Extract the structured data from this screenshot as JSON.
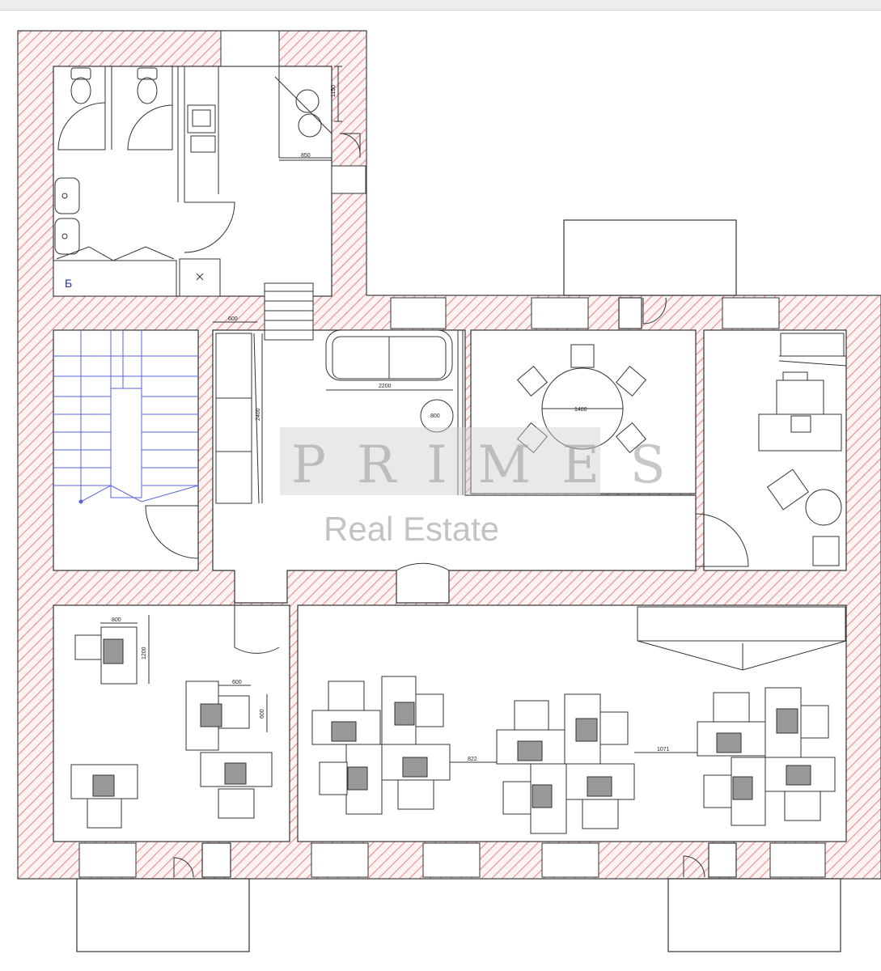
{
  "plan": {
    "room_label": "Б",
    "dimensions": {
      "d_1150": "1150",
      "d_850": "850",
      "d_600_shelf": "600",
      "d_2400": "2400",
      "d_2200": "2200",
      "d_800": "800",
      "d_1400": "1400",
      "d_800_desk": "800",
      "d_1200": "1200",
      "d_600_w": "600",
      "d_600_h": "600",
      "d_822": "822",
      "d_1071": "1071"
    }
  },
  "watermark": {
    "brand": "PRIMES",
    "subtitle": "Real Estate"
  },
  "colors": {
    "wall_hatch": "#e98b8b",
    "stair_lines": "#5566dd",
    "outline": "#222222"
  }
}
